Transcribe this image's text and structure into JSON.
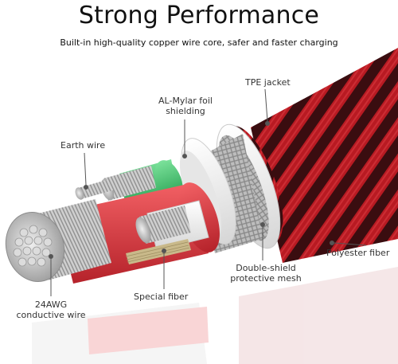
{
  "header": {
    "title": "Strong Performance",
    "subtitle": "Built-in high-quality copper wire core, safer and faster charging"
  },
  "labels": {
    "tpe_jacket": "TPE jacket",
    "al_mylar_line1": "AL-Mylar foil",
    "al_mylar_line2": "shielding",
    "earth_wire": "Earth wire",
    "polyester_fiber": "Polyester fiber",
    "double_shield_line1": "Double-shield",
    "double_shield_line2": "protective mesh",
    "special_fiber": "Special fiber",
    "awg_line1": "24AWG",
    "awg_line2": "conductive wire"
  },
  "colors": {
    "braid_red": "#b81a22",
    "braid_dark": "#3a0d10",
    "conductor_red": "#e23a3e",
    "conductor_green": "#3cc26b",
    "jacket_white": "#f4f4f4",
    "foil_silver": "#d8d8d8",
    "copper_silver": "#b9b9b9"
  }
}
